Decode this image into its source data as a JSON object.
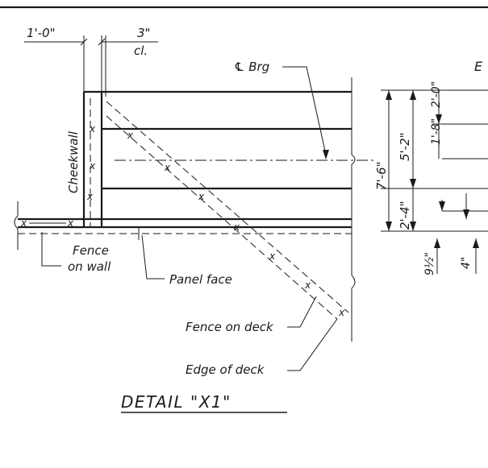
{
  "detail": {
    "title": "DETAIL \"X1\""
  },
  "dimensions": {
    "cheekwall_width": "1'-0\"",
    "clearance_top": "3\"",
    "clearance_bottom": "cl.",
    "total_height": "7'-6\"",
    "upper_height": "5'-2\"",
    "lower_height": "2'-4\"",
    "sub_upper_a": "2'-0\"",
    "sub_upper_b": "1'-8\"",
    "bottom_depth_a": "9½\"",
    "bottom_depth_b": "4\""
  },
  "labels": {
    "bearing_centerline": "℄ Brg",
    "cheekwall": "Cheekwall",
    "fence_on_wall_line1": "Fence",
    "fence_on_wall_line2": "on wall",
    "panel_face": "Panel face",
    "fence_on_deck": "Fence on deck",
    "edge_of_deck": "Edge of deck",
    "cut_letter": "E"
  },
  "fence_marker": "x"
}
